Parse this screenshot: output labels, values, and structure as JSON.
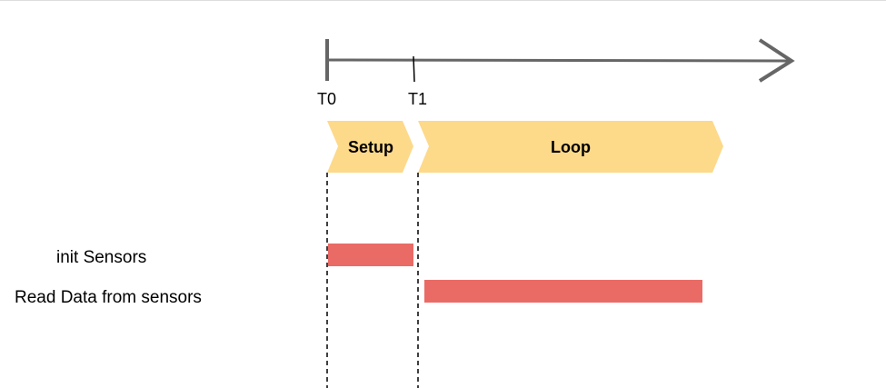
{
  "timeline": {
    "markers": [
      {
        "label": "T0"
      },
      {
        "label": "T1"
      }
    ]
  },
  "phases": [
    {
      "label": "Setup"
    },
    {
      "label": "Loop"
    }
  ],
  "rows": [
    {
      "label": "init Sensors"
    },
    {
      "label": "Read Data from sensors"
    }
  ],
  "colors": {
    "axis": "#666666",
    "phase_fill": "#FDD98A",
    "task_bar": "#EA6B66",
    "guide_line": "#000000"
  }
}
